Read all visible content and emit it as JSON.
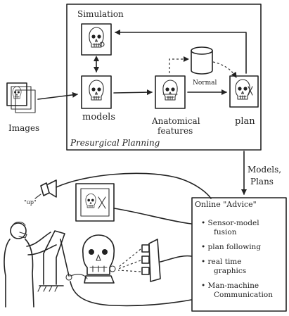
{
  "presurgical": {
    "simulation_label": "Simulation",
    "models_label": "models",
    "anatomical_line1": "Anatomical",
    "anatomical_line2": "features",
    "normal_label": "Normal",
    "plan_label": "plan",
    "box_label": "Presurgical Planning"
  },
  "images_label": "Images",
  "models_plans_line1": "Models,",
  "models_plans_line2": "Plans",
  "up_label": "\"up\"",
  "online_advice": {
    "title": "Online \"Advice\"",
    "items": [
      [
        "• Sensor-model",
        "fusion"
      ],
      [
        "• plan following"
      ],
      [
        "• real time",
        "graphics"
      ],
      [
        "• Man-machine",
        "Communication"
      ]
    ]
  },
  "icons": [
    "skull-icon",
    "cylinder-database-icon",
    "camera-icon",
    "monitor-icon",
    "surgeon-figure",
    "patient-head-icon",
    "sensor-array-icon"
  ]
}
